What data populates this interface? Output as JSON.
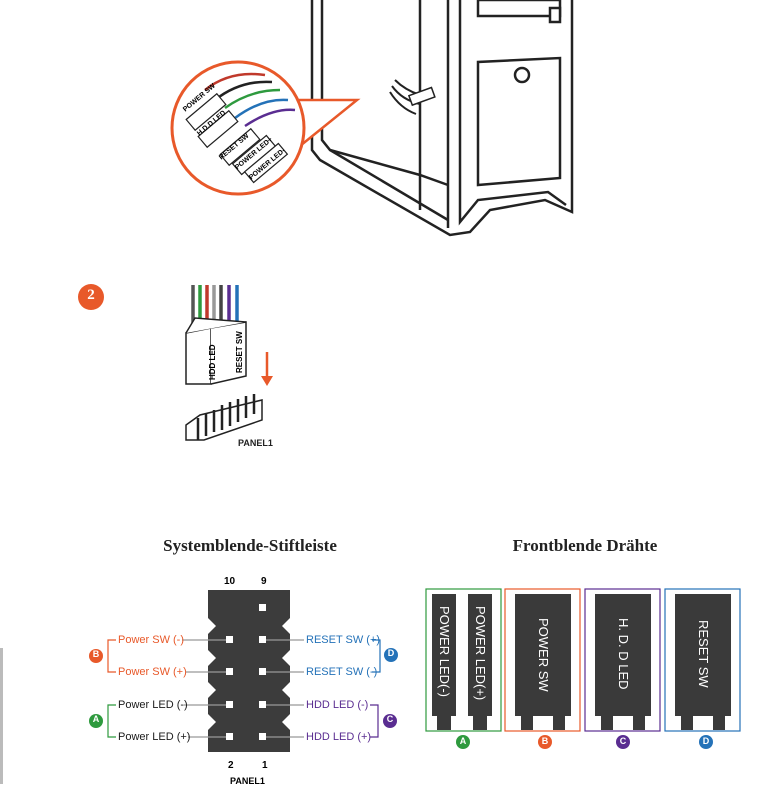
{
  "step_number": "2",
  "top_illustration": {
    "callout_labels": [
      "POWER SW",
      "H.D.D LED",
      "RESET SW",
      "POWER LED+",
      "POWER LED-"
    ]
  },
  "step2_connector": {
    "plug_labels": [
      "HDD LED",
      "RESET SW"
    ],
    "header_label": "PANEL1"
  },
  "headers": {
    "left_title": "Systemblende-Stiftleiste",
    "right_title": "Frontblende Drähte"
  },
  "pin_header": {
    "top_numbers": [
      "10",
      "9"
    ],
    "bottom_numbers": [
      "2",
      "1"
    ],
    "bottom_label": "PANEL1",
    "left_pins": [
      "Power SW (-)",
      "Power SW (+)",
      "Power LED (-)",
      "Power LED (+)"
    ],
    "right_pins": [
      "RESET SW (+)",
      "RESET SW (-)",
      "HDD LED (-)",
      "HDD LED (+)"
    ],
    "group_badges": {
      "left_top": "B",
      "left_bottom": "A",
      "right_top": "D",
      "right_bottom": "C"
    }
  },
  "wire_groups": [
    {
      "badge": "A",
      "color": "#2e9a3e",
      "wires": [
        "POWER LED(-)",
        "POWER LED(+)"
      ]
    },
    {
      "badge": "B",
      "color": "#e8592a",
      "wires": [
        "POWER SW"
      ]
    },
    {
      "badge": "C",
      "color": "#5a2d91",
      "wires": [
        "H. D. D LED"
      ]
    },
    {
      "badge": "D",
      "color": "#2472b8",
      "wires": [
        "RESET SW"
      ]
    }
  ],
  "colors": {
    "orange": "#e8592a",
    "green": "#2e9a3e",
    "purple": "#5a2d91",
    "blue": "#2472b8",
    "dark": "#3a3a3a"
  }
}
